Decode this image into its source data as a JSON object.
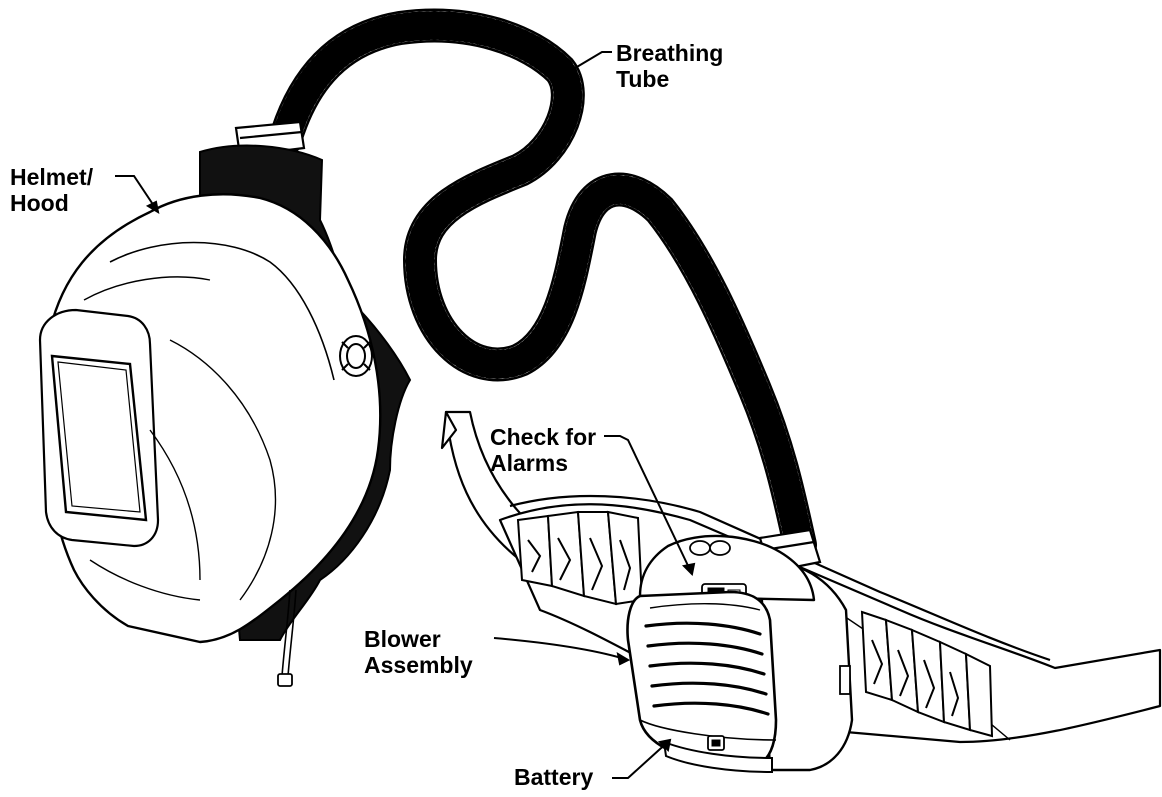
{
  "labels": {
    "breathing_tube": [
      "Breathing",
      "Tube"
    ],
    "helmet_hood": [
      "Helmet/",
      "Hood"
    ],
    "check_for_alarms": [
      "Check for",
      "Alarms"
    ],
    "blower_assembly": [
      "Blower",
      "Assembly"
    ],
    "battery": "Battery"
  },
  "colors": {
    "line": "#000000",
    "background": "#ffffff",
    "shade": "#111111"
  },
  "icons": {
    "tube": "corrugated-hose",
    "helmet": "welding-helmet",
    "blower": "papr-blower-unit",
    "belt": "waist-belt"
  }
}
